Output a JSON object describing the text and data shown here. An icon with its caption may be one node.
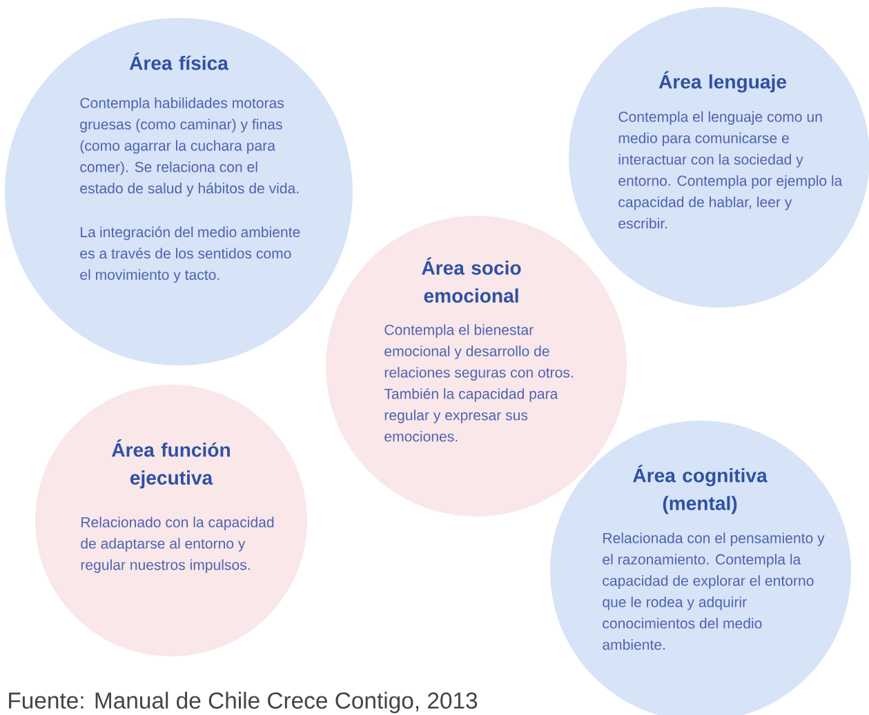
{
  "diagram": {
    "caption": "Fuente: Manual de Chile Crece Contigo, 2013",
    "nodes": [
      {
        "text": [
          "Área física",
          "Contempla habilidades motoras gruesas (como caminar) y finas (como agarrar la cuchara para comer). Se relaciona con el estado de salud y hábitos de vida.",
          "La integración del medio ambiente es a través de los sentidos como el movimiento y tacto."
        ]
      },
      {
        "text": [
          "Área lenguaje",
          "Contempla el lenguaje como un medio para comunicarse e interactuar con la sociedad y entorno. Contempla por ejemplo la capacidad de hablar, leer y escribir."
        ]
      },
      {
        "text": [
          "Área socio emocional",
          "Contempla el bienestar emocional y desarrollo de relaciones seguras con otros. También la capacidad para regular y expresar sus emociones."
        ]
      },
      {
        "text": [
          "Área función ejecutiva",
          "Relacionado con la capacidad de adaptarse al entorno y regular nuestros impulsos."
        ]
      },
      {
        "text": [
          "Área cognitiva (mental)",
          "Relacionada con el pensamiento y el razonamiento. Contempla la capacidad de explorar el entorno que le rodea y adquirir conocimientos del medio ambiente."
        ]
      }
    ]
  }
}
